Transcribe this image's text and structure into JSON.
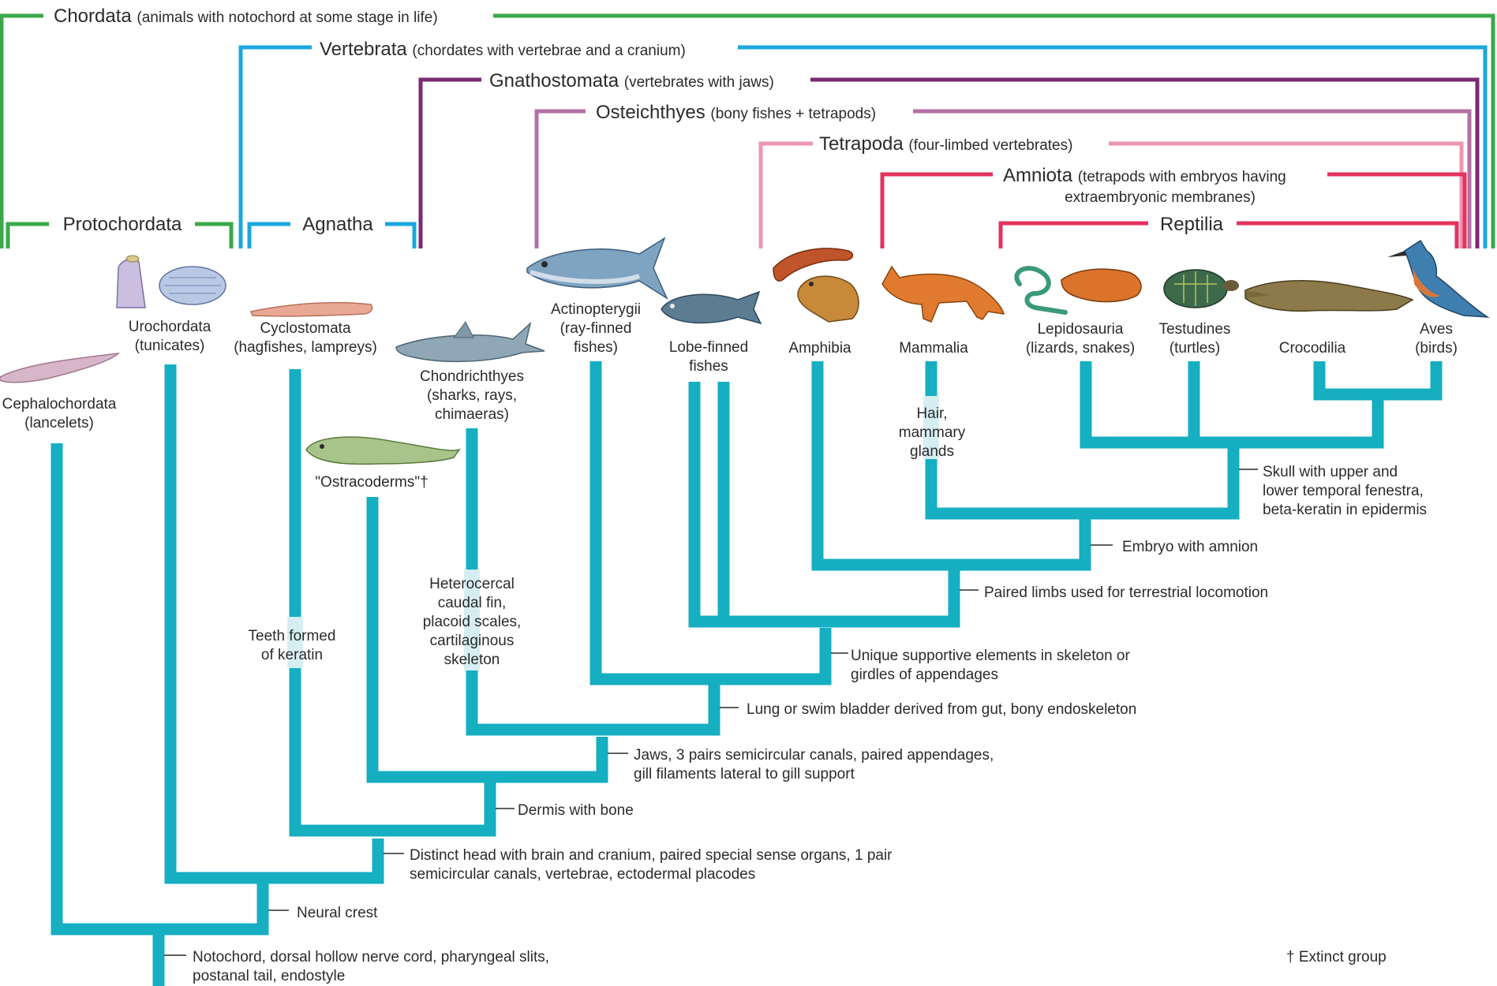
{
  "colors": {
    "branch": "#16aec1",
    "chordata": "#3aa84a",
    "vertebrata": "#1ba7df",
    "gnathostomata": "#7b2a73",
    "osteichthyes": "#b56fa6",
    "tetrapoda": "#ee94b4",
    "amniota": "#e2335e",
    "reptilia": "#e2335e",
    "text": "#2b2b2b",
    "label_bg": "#d6eef2"
  },
  "groups": {
    "chordata": {
      "name": "Chordata",
      "desc": "(animals with notochord at some stage in life)"
    },
    "vertebrata": {
      "name": "Vertebrata",
      "desc": "(chordates with vertebrae and a cranium)"
    },
    "gnathostomata": {
      "name": "Gnathostomata",
      "desc": "(vertebrates with jaws)"
    },
    "osteichthyes": {
      "name": "Osteichthyes",
      "desc": "(bony fishes + tetrapods)"
    },
    "tetrapoda": {
      "name": "Tetrapoda",
      "desc": "(four-limbed vertebrates)"
    },
    "amniota": {
      "name": "Amniota",
      "desc_line1": "(tetrapods with embryos having",
      "desc_line2": "extraembryonic membranes)"
    },
    "protochordata": {
      "name": "Protochordata"
    },
    "agnatha": {
      "name": "Agnatha"
    },
    "reptilia": {
      "name": "Reptilia"
    }
  },
  "taxa": {
    "cephalochordata": [
      "Cephalochordata",
      "(lancelets)"
    ],
    "urochordata": [
      "Urochordata",
      "(tunicates)"
    ],
    "cyclostomata": [
      "Cyclostomata",
      "(hagfishes, lampreys)"
    ],
    "ostracoderms": [
      "\"Ostracoderms\"†"
    ],
    "chondrichthyes": [
      "Chondrichthyes",
      "(sharks, rays,",
      "chimaeras)"
    ],
    "actinopterygii": [
      "Actinopterygii",
      "(ray-finned",
      "fishes)"
    ],
    "lobefinned": [
      "Lobe-finned",
      "fishes"
    ],
    "amphibia": [
      "Amphibia"
    ],
    "mammalia": [
      "Mammalia"
    ],
    "lepidosauria": [
      "Lepidosauria",
      "(lizards, snakes)"
    ],
    "testudines": [
      "Testudines",
      "(turtles)"
    ],
    "crocodilia": [
      "Crocodilia"
    ],
    "aves": [
      "Aves",
      "(birds)"
    ]
  },
  "traits": {
    "notochord": [
      "Notochord, dorsal hollow nerve cord, pharyngeal slits,",
      "postanal tail, endostyle"
    ],
    "neural_crest": [
      "Neural crest"
    ],
    "head": [
      "Distinct head with brain and cranium, paired special sense organs, 1 pair",
      "semicircular canals, vertebrae, ectodermal placodes"
    ],
    "dermis": [
      "Dermis with bone"
    ],
    "jaws": [
      "Jaws, 3 pairs semicircular canals, paired appendages,",
      "gill filaments lateral to gill support"
    ],
    "lung": [
      "Lung or swim bladder derived from gut, bony endoskeleton"
    ],
    "unique": [
      "Unique supportive elements in skeleton or",
      "girdles of appendages"
    ],
    "limbs": [
      "Paired limbs used for terrestrial locomotion"
    ],
    "amnion": [
      "Embryo with amnion"
    ],
    "skull": [
      "Skull with upper and",
      "lower temporal fenestra,",
      "beta-keratin in epidermis"
    ],
    "keratin_teeth": [
      "Teeth formed",
      "of keratin"
    ],
    "heterocercal": [
      "Heterocercal",
      "caudal fin,",
      "placoid scales,",
      "cartilaginous",
      "skeleton"
    ],
    "hair": [
      "Hair,",
      "mammary",
      "glands"
    ]
  },
  "footnote": "† Extinct group",
  "animal_icons": [
    "lancelet-icon",
    "tunicate-icon",
    "hagfish-icon",
    "ostracoderm-icon",
    "shark-icon",
    "tuna-icon",
    "coelacanth-icon",
    "salamander-icon",
    "frog-icon",
    "fox-icon",
    "snake-icon",
    "lizard-icon",
    "turtle-icon",
    "crocodile-icon",
    "kingfisher-icon"
  ]
}
